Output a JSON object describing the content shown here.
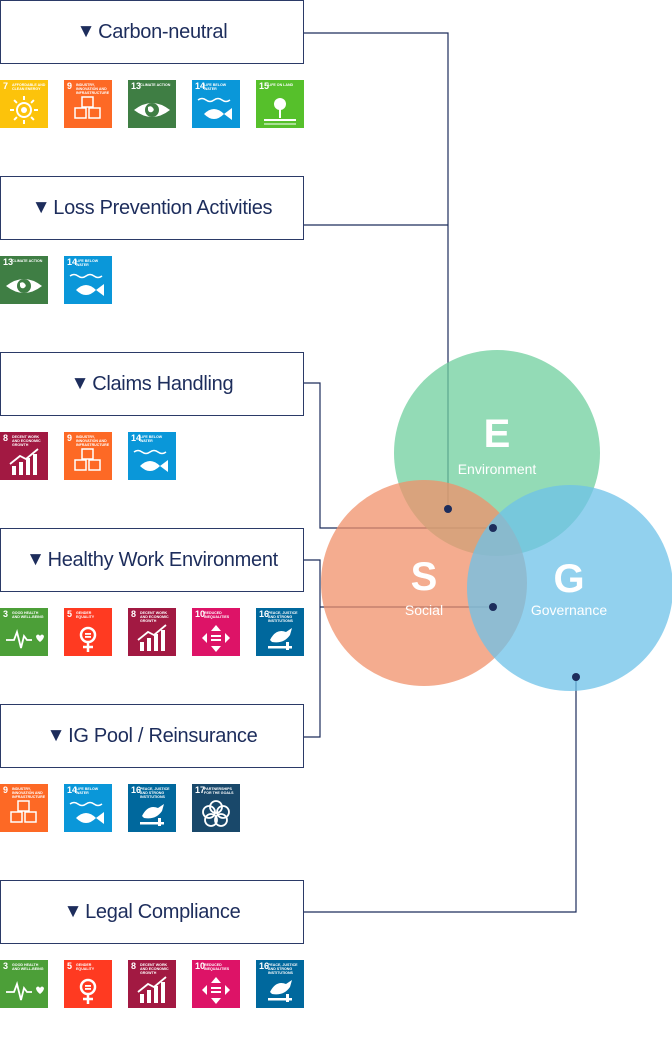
{
  "sections": [
    {
      "title": "Carbon-neutral",
      "goals": [
        7,
        9,
        13,
        14,
        15
      ]
    },
    {
      "title": "Loss Prevention Activities",
      "goals": [
        13,
        14
      ]
    },
    {
      "title": "Claims Handling",
      "goals": [
        8,
        9,
        14
      ]
    },
    {
      "title": "Healthy Work Environment",
      "goals": [
        3,
        5,
        8,
        10,
        16
      ]
    },
    {
      "title": "IG Pool / Reinsurance",
      "goals": [
        9,
        14,
        16,
        17
      ]
    },
    {
      "title": "Legal Compliance",
      "goals": [
        3,
        5,
        8,
        10,
        16
      ]
    }
  ],
  "triangle": "▼",
  "venn": {
    "environment": {
      "letter": "E",
      "label": "Environment",
      "color": "#6fcf9e"
    },
    "social": {
      "letter": "S",
      "label": "Social",
      "color": "#f0906a"
    },
    "governance": {
      "letter": "G",
      "label": "Governance",
      "color": "#6ec2e8"
    }
  },
  "connector_color": "#1d2d5c",
  "sdg_goals": {
    "3": {
      "label": "Good Health and Well-Being",
      "color": "#4c9f38",
      "icon": "heartbeat-icon"
    },
    "5": {
      "label": "Gender Equality",
      "color": "#ff3a21",
      "icon": "gender-icon"
    },
    "7": {
      "label": "Affordable and Clean Energy",
      "color": "#fcc30b",
      "icon": "sun-icon"
    },
    "8": {
      "label": "Decent Work and Economic Growth",
      "color": "#a21942",
      "icon": "growth-chart-icon"
    },
    "9": {
      "label": "Industry, Innovation and Infrastructure",
      "color": "#fd6925",
      "icon": "cubes-icon"
    },
    "10": {
      "label": "Reduced Inequalities",
      "color": "#dd1367",
      "icon": "equality-arrows-icon"
    },
    "13": {
      "label": "Climate Action",
      "color": "#3f7e44",
      "icon": "eye-earth-icon"
    },
    "14": {
      "label": "Life Below Water",
      "color": "#0a97d9",
      "icon": "fish-icon"
    },
    "15": {
      "label": "Life on Land",
      "color": "#56c02b",
      "icon": "tree-icon"
    },
    "16": {
      "label": "Peace, Justice and Strong Institutions",
      "color": "#00689d",
      "icon": "dove-icon"
    },
    "17": {
      "label": "Partnerships for the Goals",
      "color": "#19486a",
      "icon": "rings-icon"
    }
  }
}
